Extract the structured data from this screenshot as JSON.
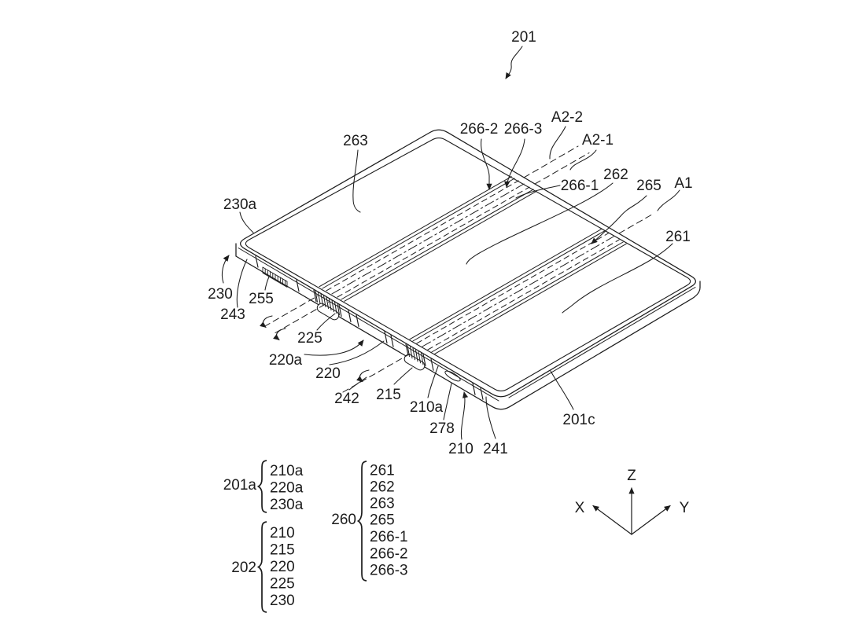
{
  "figure": {
    "labels": {
      "201": "201",
      "263": "263",
      "266-2": "266-2",
      "266-3": "266-3",
      "A2-2": "A2-2",
      "A2-1": "A2-1",
      "262": "262",
      "266-1": "266-1",
      "265": "265",
      "A1": "A1",
      "261": "261",
      "230a": "230a",
      "230": "230",
      "243": "243",
      "255": "255",
      "225": "225",
      "220a": "220a",
      "220": "220",
      "242": "242",
      "215": "215",
      "210a": "210a",
      "278": "278",
      "210": "210",
      "241": "241",
      "201c": "201c"
    },
    "legend": {
      "groups": [
        {
          "name": "201a",
          "items": [
            "210a",
            "220a",
            "230a"
          ]
        },
        {
          "name": "202",
          "items": [
            "210",
            "215",
            "220",
            "225",
            "230"
          ]
        },
        {
          "name": "260",
          "items": [
            "261",
            "262",
            "263",
            "265",
            "266-1",
            "266-2",
            "266-3"
          ]
        }
      ]
    },
    "axes": {
      "x": "X",
      "y": "Y",
      "z": "Z"
    },
    "line_color": "#1c1c1c",
    "background": "#ffffff"
  }
}
